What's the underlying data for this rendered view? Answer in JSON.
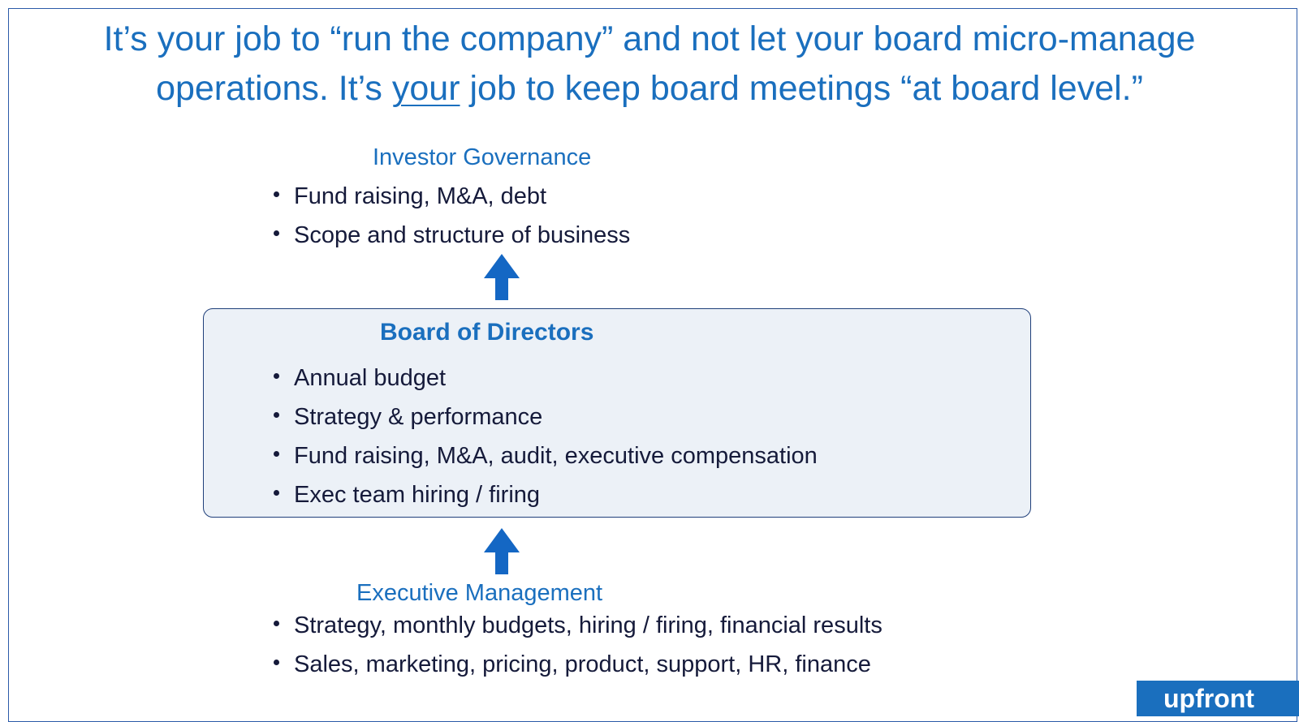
{
  "headline": {
    "line1": "It’s your job to “run the company” and not let your board micro-manage",
    "line2_before": "operations. It’s ",
    "line2_underlined": "your",
    "line2_after": " job to keep board meetings “at board level.”"
  },
  "investor_governance": {
    "title": "Investor Governance",
    "items": [
      "Fund raising, M&A, debt",
      "Scope and structure of business"
    ]
  },
  "board_of_directors": {
    "title": "Board of Directors",
    "items": [
      "Annual budget",
      "Strategy & performance",
      "Fund raising, M&A, audit, executive compensation",
      "Exec team hiring / firing"
    ]
  },
  "executive_management": {
    "title": "Executive Management",
    "items": [
      "Strategy, monthly budgets, hiring / firing, financial results",
      "Sales, marketing, pricing, product, support, HR, finance"
    ]
  },
  "logo": {
    "text": "upfront"
  },
  "colors": {
    "accent": "#1a6fbe",
    "body_text": "#151a3a",
    "box_fill": "#ecf1f7",
    "box_border": "#1f3f7a",
    "arrow": "#1467c4"
  },
  "icons": [
    "up-arrow-icon",
    "up-arrow-icon"
  ]
}
